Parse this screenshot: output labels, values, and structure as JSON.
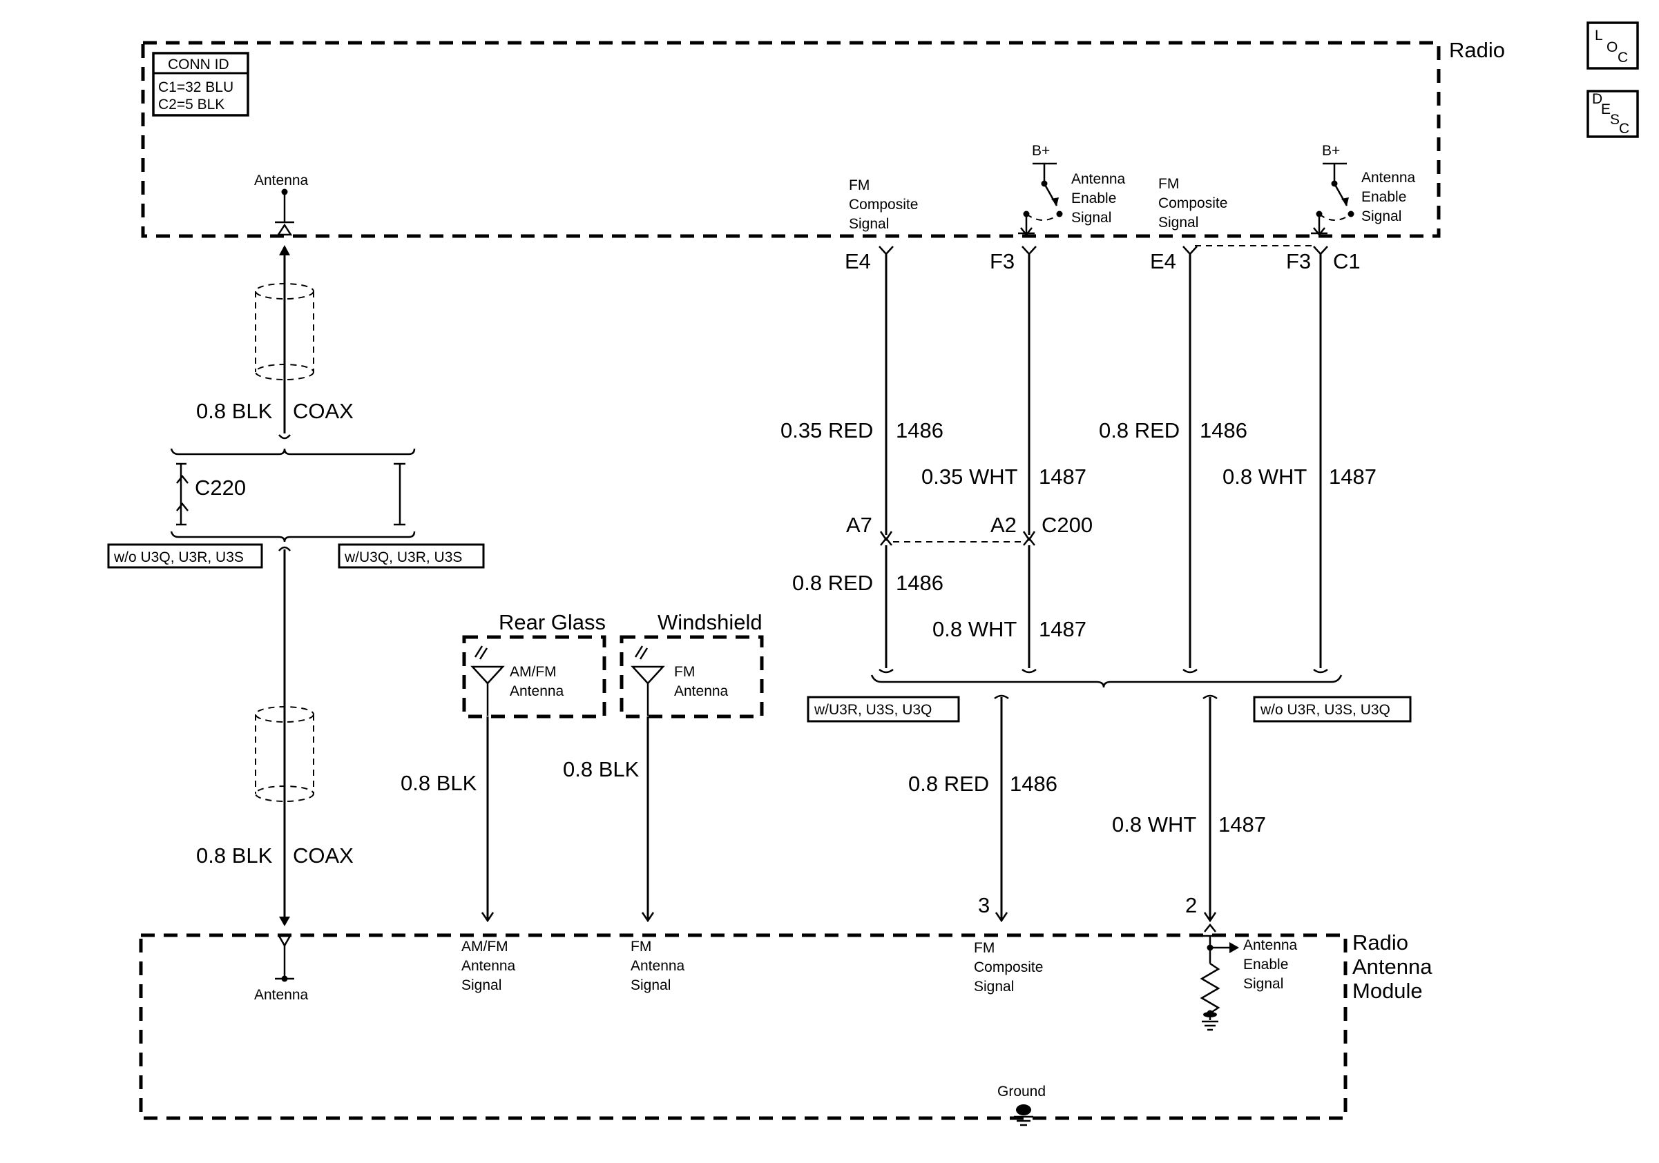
{
  "icons": {
    "loc": "loc-icon",
    "desc": "desc-icon"
  },
  "side_buttons": {
    "loc": {
      "l1": "L",
      "l2": "O",
      "l3": "C"
    },
    "desc": {
      "l1": "D",
      "l2": "E",
      "l3": "S",
      "l4": "C"
    }
  },
  "components": {
    "radio": "Radio",
    "module": {
      "l1": "Radio",
      "l2": "Antenna",
      "l3": "Module"
    },
    "rear_glass": "Rear Glass",
    "windshield": "Windshield"
  },
  "conn_id": {
    "title": "CONN ID",
    "c1": "C1=32 BLU",
    "c2": "C2=5 BLK"
  },
  "radio_pins": {
    "antenna": "Antenna",
    "fm1": {
      "l1": "FM",
      "l2": "Composite",
      "l3": "Signal"
    },
    "fm2": {
      "l1": "FM",
      "l2": "Composite",
      "l3": "Signal"
    },
    "bplus1": "B+",
    "bplus2": "B+",
    "en1": {
      "l1": "Antenna",
      "l2": "Enable",
      "l3": "Signal"
    },
    "en2": {
      "l1": "Antenna",
      "l2": "Enable",
      "l3": "Signal"
    }
  },
  "terminals": {
    "e4_a": "E4",
    "f3_a": "F3",
    "e4_b": "E4",
    "f3_b": "F3",
    "c1": "C1"
  },
  "wires": {
    "coax1": {
      "gauge": "0.8 BLK",
      "circuit": "COAX"
    },
    "coax2": {
      "gauge": "0.8 BLK",
      "circuit": "COAX"
    },
    "w1": {
      "gauge": "0.35 RED",
      "circuit": "1486"
    },
    "w2": {
      "gauge": "0.35 WHT",
      "circuit": "1487"
    },
    "w3": {
      "gauge": "0.8 RED",
      "circuit": "1486"
    },
    "w4": {
      "gauge": "0.8 WHT",
      "circuit": "1487"
    },
    "w5": {
      "gauge": "0.8 RED",
      "circuit": "1486"
    },
    "w6": {
      "gauge": "0.8 WHT",
      "circuit": "1487"
    },
    "w7": {
      "gauge": "0.8 RED",
      "circuit": "1486"
    },
    "w8": {
      "gauge": "0.8 WHT",
      "circuit": "1487"
    },
    "blk1": "0.8 BLK",
    "blk2": "0.8 BLK"
  },
  "connectors": {
    "c220": "C220",
    "c200": "C200",
    "a7": "A7",
    "a2": "A2"
  },
  "options": {
    "wo_left": "w/o U3Q, U3R, U3S",
    "w_left": "w/U3Q, U3R, U3S",
    "w_right": "w/U3R, U3S, U3Q",
    "wo_right": "w/o U3R, U3S, U3Q"
  },
  "antennas": {
    "amfm": {
      "l1": "AM/FM",
      "l2": "Antenna"
    },
    "fm": {
      "l1": "FM",
      "l2": "Antenna"
    }
  },
  "module_pins": {
    "antenna": "Antenna",
    "amfm": {
      "l1": "AM/FM",
      "l2": "Antenna",
      "l3": "Signal"
    },
    "fm": {
      "l1": "FM",
      "l2": "Antenna",
      "l3": "Signal"
    },
    "fmc": {
      "l1": "FM",
      "l2": "Composite",
      "l3": "Signal"
    },
    "en": {
      "l1": "Antenna",
      "l2": "Enable",
      "l3": "Signal"
    },
    "pin3": "3",
    "pin2": "2",
    "ground": "Ground"
  }
}
